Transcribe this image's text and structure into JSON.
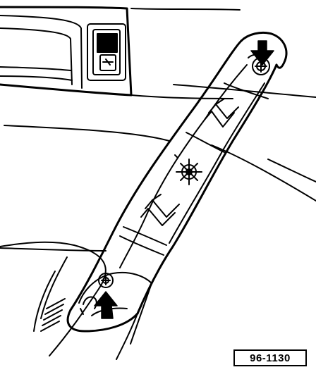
{
  "figure": {
    "reference_number": "96-1130"
  },
  "colors": {
    "ink": "#000000",
    "paper": "#ffffff"
  },
  "callouts": [
    {
      "icon": "arrow-down-icon",
      "target": "upper-screw"
    },
    {
      "icon": "arrow-up-icon",
      "target": "lower-screw"
    }
  ]
}
